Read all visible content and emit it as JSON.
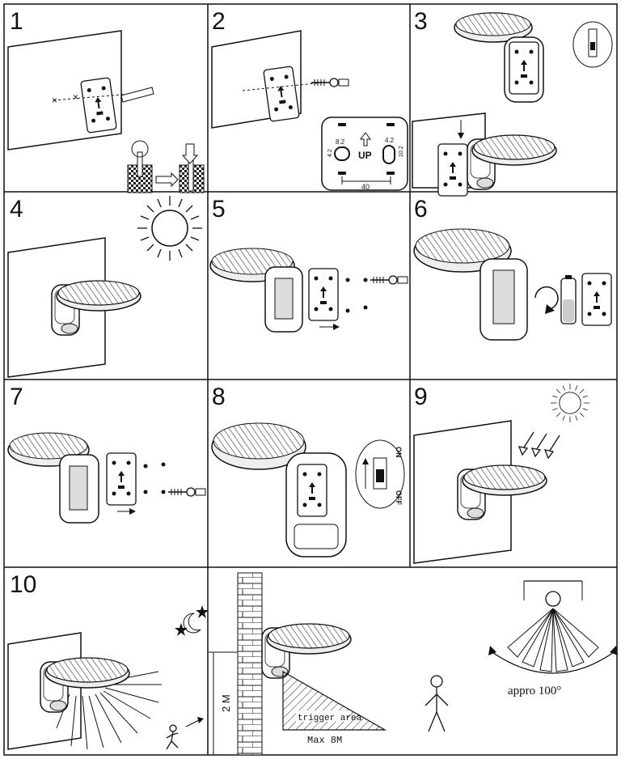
{
  "steps": [
    {
      "number": "1"
    },
    {
      "number": "2"
    },
    {
      "number": "3"
    },
    {
      "number": "4"
    },
    {
      "number": "5"
    },
    {
      "number": "6"
    },
    {
      "number": "7"
    },
    {
      "number": "8"
    },
    {
      "number": "9"
    },
    {
      "number": "10"
    }
  ],
  "bracket": {
    "hole_spacing_a": "8.2",
    "hole_spacing_b": "4.2",
    "offset_a": "4.2",
    "offset_b": "10.2",
    "up_label": "UP",
    "width_label": "40"
  },
  "switch": {
    "on_label": "ON",
    "off_label": "OFF"
  },
  "sensor": {
    "height_label": "2 M",
    "area_label": "trigger area",
    "range_label": "Max 8M",
    "angle_label": "appro 100°"
  }
}
